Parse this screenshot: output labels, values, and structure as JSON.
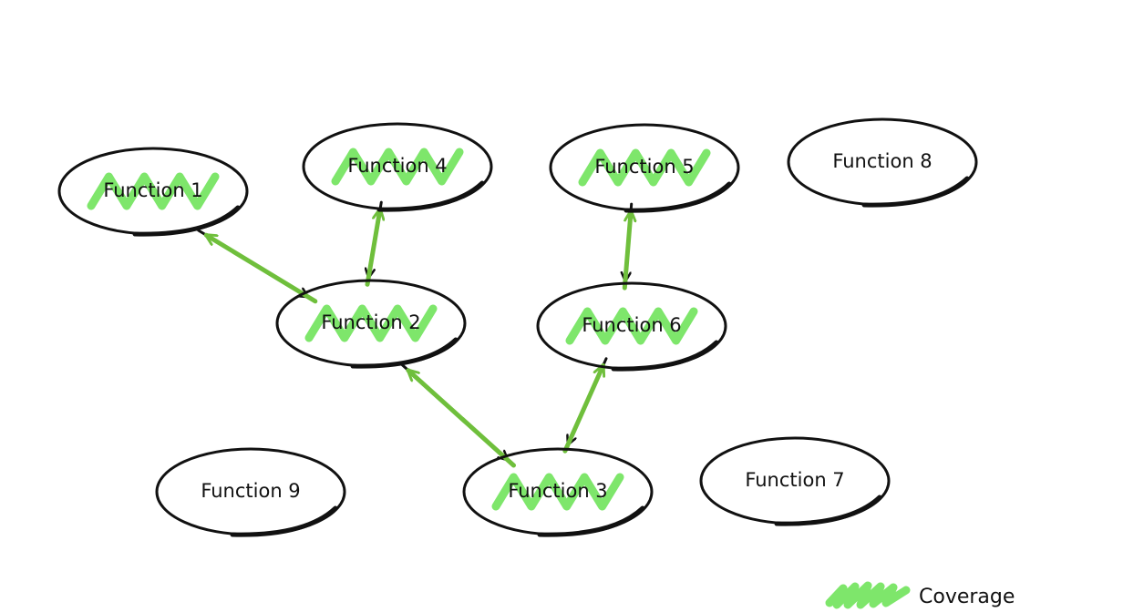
{
  "colors": {
    "coverage": "#7ee66b",
    "call_edge": "#111111",
    "coverage_edge": "#6fbf3c",
    "outline": "#111111"
  },
  "nodes": [
    {
      "id": "f1",
      "label": "Function 1",
      "covered": true
    },
    {
      "id": "f2",
      "label": "Function 2",
      "covered": true
    },
    {
      "id": "f3",
      "label": "Function 3",
      "covered": true
    },
    {
      "id": "f4",
      "label": "Function 4",
      "covered": true
    },
    {
      "id": "f5",
      "label": "Function 5",
      "covered": true
    },
    {
      "id": "f6",
      "label": "Function 6",
      "covered": true
    },
    {
      "id": "f7",
      "label": "Function 7",
      "covered": false
    },
    {
      "id": "f8",
      "label": "Function 8",
      "covered": false
    },
    {
      "id": "f9",
      "label": "Function 9",
      "covered": false
    }
  ],
  "edges": [
    {
      "from": "f1",
      "to": "f2",
      "kind": "call"
    },
    {
      "from": "f2",
      "to": "f1",
      "kind": "coverage"
    },
    {
      "from": "f4",
      "to": "f2",
      "kind": "call"
    },
    {
      "from": "f2",
      "to": "f4",
      "kind": "coverage"
    },
    {
      "from": "f2",
      "to": "f3",
      "kind": "call"
    },
    {
      "from": "f3",
      "to": "f2",
      "kind": "coverage"
    },
    {
      "from": "f6",
      "to": "f3",
      "kind": "call"
    },
    {
      "from": "f3",
      "to": "f6",
      "kind": "coverage"
    },
    {
      "from": "f5",
      "to": "f6",
      "kind": "call"
    },
    {
      "from": "f6",
      "to": "f5",
      "kind": "coverage"
    }
  ],
  "legend": {
    "label": "Coverage"
  }
}
